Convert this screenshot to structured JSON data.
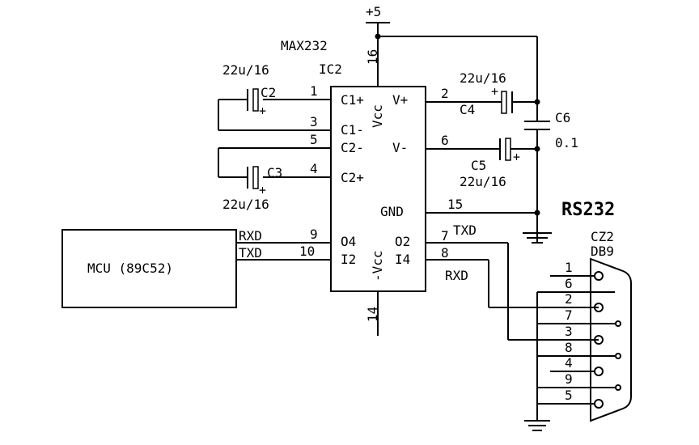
{
  "power": {
    "supply": "+5"
  },
  "ic": {
    "part": "MAX232",
    "ref": "IC2",
    "vcc_label": "Vcc",
    "gnd_label": "-Vcc",
    "pin_vcc": "16",
    "pin_gnd": "14",
    "left_pins": [
      {
        "num": "1",
        "name": "C1+"
      },
      {
        "num": "3",
        "name": "C1-"
      },
      {
        "num": "5",
        "name": "C2-"
      },
      {
        "num": "4",
        "name": "C2+"
      },
      {
        "num": "9",
        "name": "O4"
      },
      {
        "num": "10",
        "name": "I2"
      }
    ],
    "right_pins": [
      {
        "num": "2",
        "name": "V+"
      },
      {
        "num": "6",
        "name": "V-"
      },
      {
        "num": "15",
        "name": "GND"
      },
      {
        "num": "7",
        "name": "O2"
      },
      {
        "num": "8",
        "name": "I4"
      }
    ]
  },
  "capacitors": {
    "c2": {
      "ref": "C2",
      "value": "22u/16",
      "plus": "+"
    },
    "c3": {
      "ref": "C3",
      "value": "22u/16",
      "plus": "+"
    },
    "c4": {
      "ref": "C4",
      "value": "22u/16",
      "plus": "+"
    },
    "c5": {
      "ref": "C5",
      "value": "22u/16",
      "plus": "+"
    },
    "c6": {
      "ref": "C6",
      "value": "0.1"
    }
  },
  "mcu": {
    "label": "MCU (89C52)",
    "rxd": "RXD",
    "txd": "TXD"
  },
  "signals": {
    "txd": "TXD",
    "rxd": "RXD"
  },
  "connector": {
    "title": "RS232",
    "ref": "CZ2",
    "type": "DB9",
    "pins": [
      "1",
      "6",
      "2",
      "7",
      "3",
      "8",
      "4",
      "9",
      "5"
    ]
  }
}
